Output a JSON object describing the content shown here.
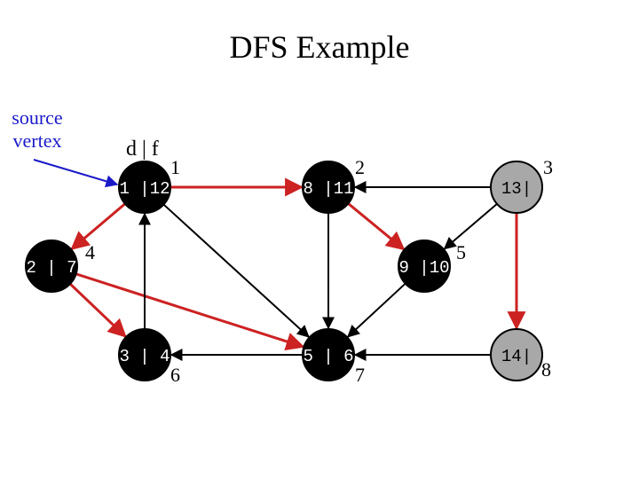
{
  "title": "DFS Example",
  "source_label_line1": "source",
  "source_label_line2": "vertex",
  "df_label": "d | f",
  "colors": {
    "black": "#000000",
    "gray": "#a8a8a8",
    "tree": "#cc2222",
    "normal": "#000000",
    "source_arrow": "#1a1ac8"
  },
  "nodes": [
    {
      "id": "a",
      "label": "1 |12",
      "color": "black"
    },
    {
      "id": "b",
      "label": "8 |11",
      "color": "black"
    },
    {
      "id": "c",
      "label": "13|",
      "color": "gray"
    },
    {
      "id": "d",
      "label": "2 | 7",
      "color": "black"
    },
    {
      "id": "e",
      "label": "9 |10",
      "color": "black"
    },
    {
      "id": "f",
      "label": "3 | 4",
      "color": "black"
    },
    {
      "id": "g",
      "label": "5 | 6",
      "color": "black"
    },
    {
      "id": "h",
      "label": "14|",
      "color": "gray"
    }
  ],
  "edges": [
    {
      "from": "a",
      "to": "b",
      "tree": true
    },
    {
      "from": "c",
      "to": "b",
      "tree": false
    },
    {
      "from": "b",
      "to": "e",
      "tree": true
    },
    {
      "from": "c",
      "to": "e",
      "tree": false
    },
    {
      "from": "c",
      "to": "h",
      "tree": true
    },
    {
      "from": "a",
      "to": "d",
      "tree": true
    },
    {
      "from": "d",
      "to": "f",
      "tree": true
    },
    {
      "from": "d",
      "to": "g",
      "tree": true
    },
    {
      "from": "f",
      "to": "a",
      "tree": false
    },
    {
      "from": "a",
      "to": "g",
      "tree": false
    },
    {
      "from": "b",
      "to": "g",
      "tree": false
    },
    {
      "from": "e",
      "to": "g",
      "tree": false
    },
    {
      "from": "g",
      "to": "f",
      "tree": false
    },
    {
      "from": "h",
      "to": "g",
      "tree": false
    }
  ],
  "step_numbers": [
    "1",
    "2",
    "3",
    "4",
    "5",
    "6",
    "7",
    "8"
  ]
}
